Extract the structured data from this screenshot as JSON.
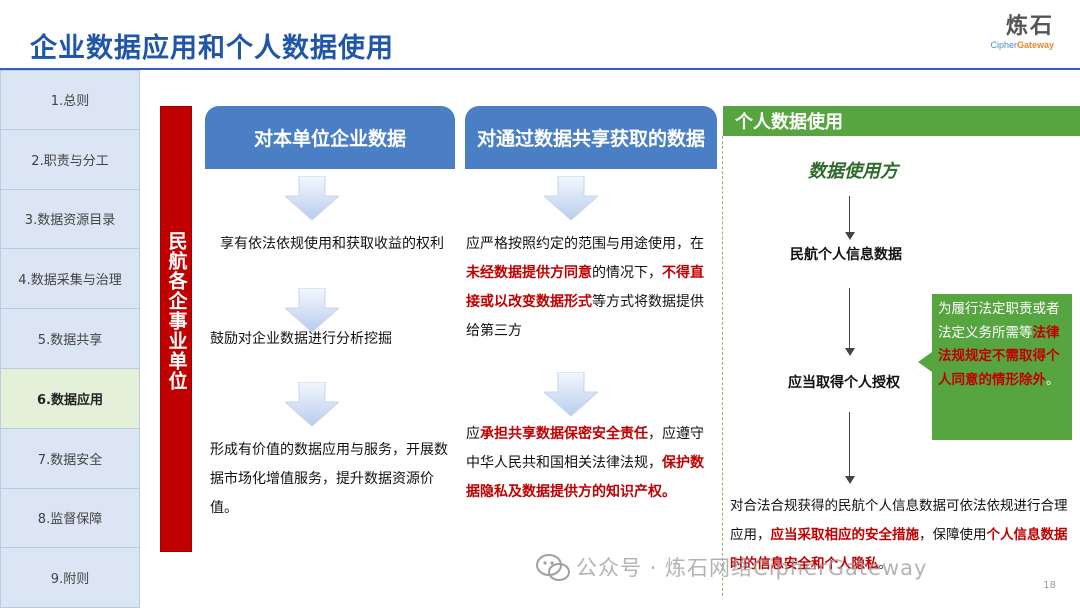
{
  "title": "企业数据应用和个人数据使用",
  "logo": {
    "cn": "炼石",
    "en_prefix": "Cipher",
    "en_suffix": "Gateway"
  },
  "sidebar": {
    "items": [
      {
        "label": "1.总则"
      },
      {
        "label": "2.职责与分工"
      },
      {
        "label": "3.数据资源目录"
      },
      {
        "label": "4.数据采集与治理"
      },
      {
        "label": "5.数据共享"
      },
      {
        "label": "6.数据应用"
      },
      {
        "label": "7.数据安全"
      },
      {
        "label": "8.监督保障"
      },
      {
        "label": "9.附则"
      }
    ],
    "active_index": 5
  },
  "red_bar": {
    "label": "民航各企事业单位"
  },
  "col_a": {
    "header": "对本单位企业数据",
    "text1": "享有依法依规使用和获取收益的权利",
    "text2": "鼓励对企业数据进行分析挖掘",
    "text3": "形成有价值的数据应用与服务，开展数据市场化增值服务，提升数据资源价值。"
  },
  "col_b": {
    "header": "对通过数据共享获取的数据",
    "p1": {
      "s1": "应严格按照约定的范围与用途使用，在",
      "s2": "未经数据提供方同意",
      "s3": "的情况下，",
      "s4": "不得直接或以改变数据形式",
      "s5": "等方式将数据提供给第三方"
    },
    "p2": {
      "s1": "应",
      "s2": "承担共享数据保密安全责任",
      "s3": "，应遵守中华人民共和国相关法律法规，",
      "s4": "保护数据隐私及数据提供方的知识产权。"
    }
  },
  "personal": {
    "header": "个人数据使用",
    "party": "数据使用方",
    "node1": "民航个人信息数据",
    "node2": "应当取得个人授权",
    "callout": {
      "s1": "为履行法定职责或者法定义务所需等",
      "s2": "法律法规规定不需取得个人同意的情形除外",
      "s3": "。"
    },
    "footnote": {
      "s1": "对合法合规获得的民航个人信息数据可依法依规进行合理应用，",
      "s2": "应当采取相应的安全措施",
      "s3": "，保障使用",
      "s4": "个人信息数据时的信息安全和个人隐私",
      "s5": "。"
    }
  },
  "watermark": "公众号 · 炼石网络CipherGateway",
  "page_number": "18",
  "colors": {
    "title_blue": "#1f56a8",
    "header_blue": "#4a7fc6",
    "green": "#57a540",
    "red": "#c00000"
  }
}
